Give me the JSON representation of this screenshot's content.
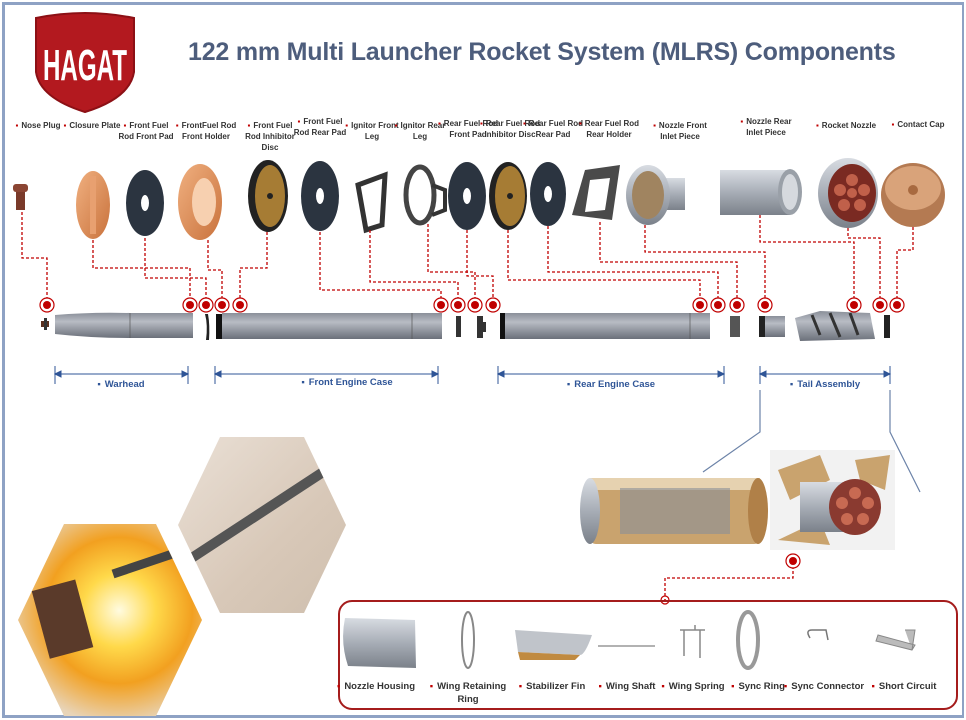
{
  "logo": {
    "text": "HAGAT",
    "color": "#b3191f"
  },
  "title": "122 mm Multi Launcher Rocket System (MLRS) Components",
  "components": [
    "Nose Plug",
    "Closure Plate",
    "Front Fuel Rod Front Pad",
    "FrontFuel Rod Front Holder",
    "Front Fuel Rod Inhibitor Disc",
    "Front Fuel Rod Rear Pad",
    "Ignitor Front Leg",
    "Ignitor Rear Leg",
    "Rear Fuel Rod Front Pad",
    "Rear Fuel Rod Inhibitor Disc",
    "Rear Fuel Rod Rear Pad",
    "Rear Fuel Rod Rear Holder",
    "Nozzle Front Inlet Piece",
    "Nozzle Rear Inlet Piece",
    "Rocket Nozzle",
    "Contact Cap"
  ],
  "sections": [
    "Warhead",
    "Front Engine Case",
    "Rear Engine Case",
    "Tail Assembly"
  ],
  "tail_parts": [
    "Nozzle Housing",
    "Wing Retaining Ring",
    "Stabilizer Fin",
    "Wing Shaft",
    "Wing Spring",
    "Sync Ring",
    "Sync Connector",
    "Short Circuit"
  ],
  "colors": {
    "accent": "#c00000",
    "section": "#2f5597",
    "title": "#4d5d7c",
    "frame": "#8ea2c4"
  }
}
